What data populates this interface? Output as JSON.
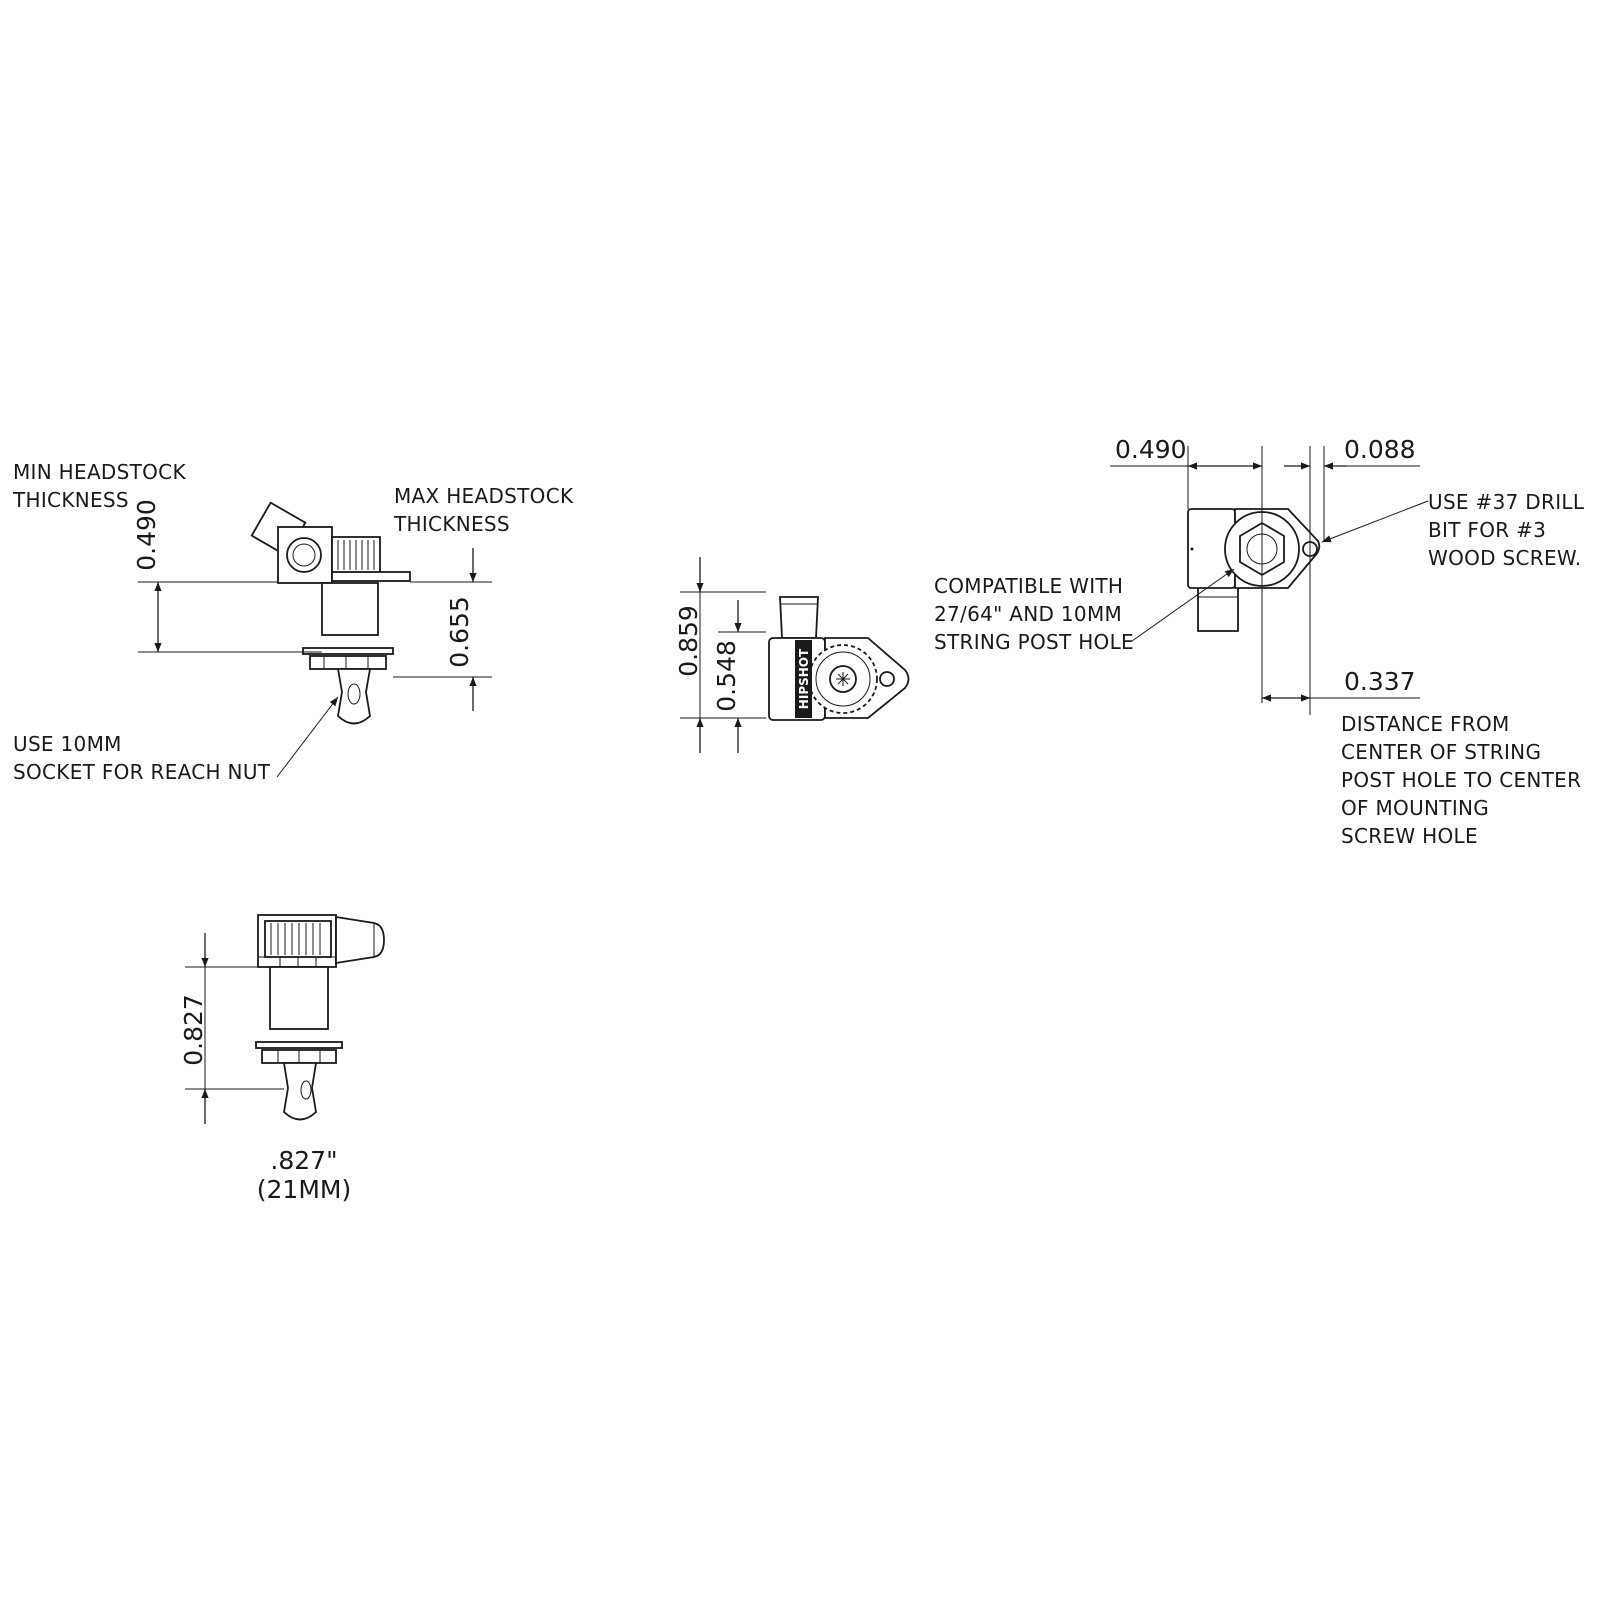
{
  "colors": {
    "ink": "#1a1a1a",
    "background": "#ffffff"
  },
  "labels": {
    "min_headstock": [
      "MIN HEADSTOCK",
      "THICKNESS"
    ],
    "max_headstock": [
      "MAX HEADSTOCK",
      "THICKNESS"
    ],
    "socket_note": [
      "USE 10MM",
      "SOCKET FOR REACH NUT"
    ],
    "compatible_note": [
      "COMPATIBLE WITH",
      "27/64\" AND 10MM",
      "STRING POST HOLE"
    ],
    "drill_note": [
      "USE #37 DRILL",
      "BIT FOR #3",
      "WOOD SCREW."
    ],
    "distance_note": [
      "DISTANCE FROM",
      "CENTER OF STRING",
      "POST HOLE TO CENTER",
      "OF MOUNTING",
      "SCREW HOLE"
    ],
    "post_length": [
      ".827\"",
      "(21MM)"
    ]
  },
  "dimensions": {
    "min_thickness": "0.490",
    "max_thickness": "0.655",
    "overall_height": "0.859",
    "post_height": "0.548",
    "top_width": "0.490",
    "screw_offset": "0.088",
    "hole_to_screw": "0.337",
    "post_length": "0.827"
  },
  "brand": "HIPSHOT",
  "icons": [
    "tuner-side-view-icon",
    "tuner-front-view-icon",
    "tuner-top-view-icon",
    "tuner-rear-view-icon",
    "arrow-icon"
  ]
}
